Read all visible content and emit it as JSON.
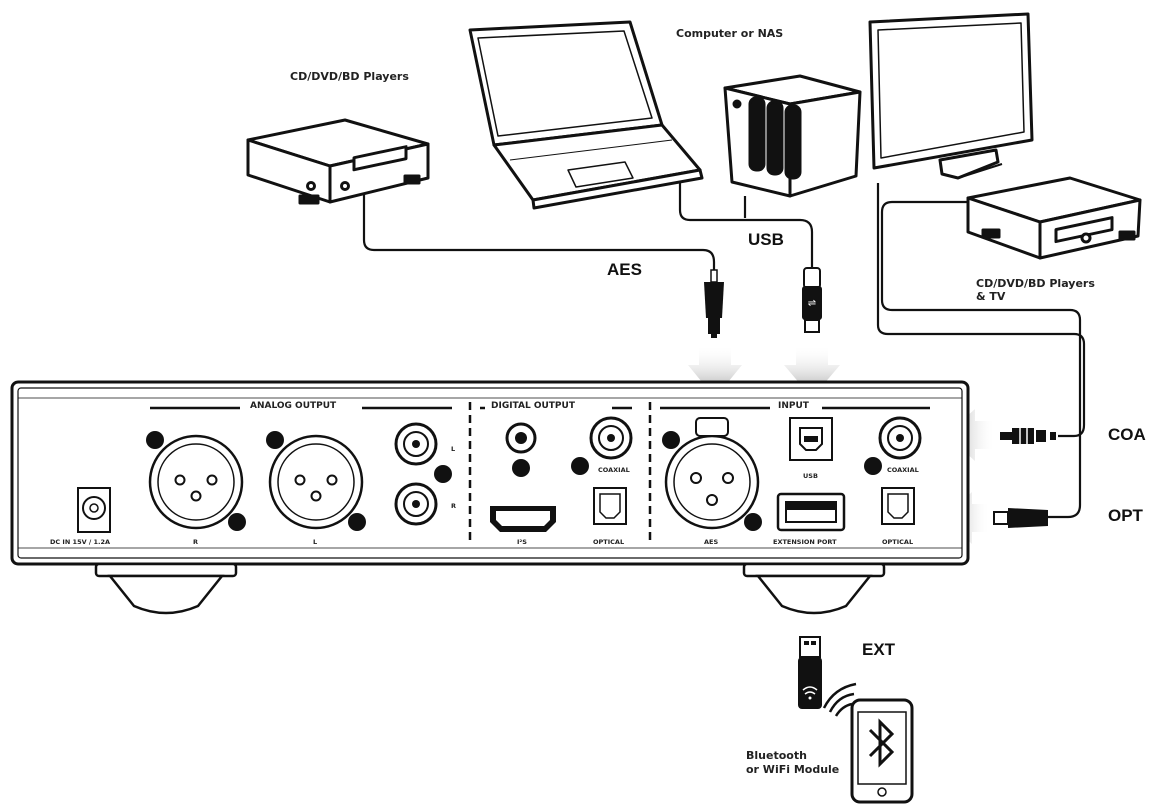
{
  "device_labels": {
    "cd_players_top": "CD/DVD/BD Players",
    "computer_nas": "Computer or NAS",
    "cd_players_tv_line1": "CD/DVD/BD Players",
    "cd_players_tv_line2": "& TV",
    "bt_module_line1": "Bluetooth",
    "bt_module_line2": "or WiFi Module"
  },
  "connection_labels": {
    "aes": "AES",
    "usb": "USB",
    "coa": "COA",
    "opt": "OPT",
    "ext": "EXT"
  },
  "panel_sections": {
    "analog_output": "ANALOG OUTPUT",
    "digital_output": "DIGITAL OUTPUT",
    "input": "INPUT"
  },
  "port_labels": {
    "dc_in": "DC IN 15V / 1.2A",
    "xlr_r": "R",
    "xlr_l": "L",
    "rca_l": "L",
    "rca_r": "R",
    "coaxial_out": "COAXIAL",
    "i2s": "I²S",
    "optical_out": "OPTICAL",
    "aes_in": "AES",
    "usb_in": "USB",
    "extension_port": "EXTENSION PORT",
    "coaxial_in": "COAXIAL",
    "optical_in": "OPTICAL"
  }
}
